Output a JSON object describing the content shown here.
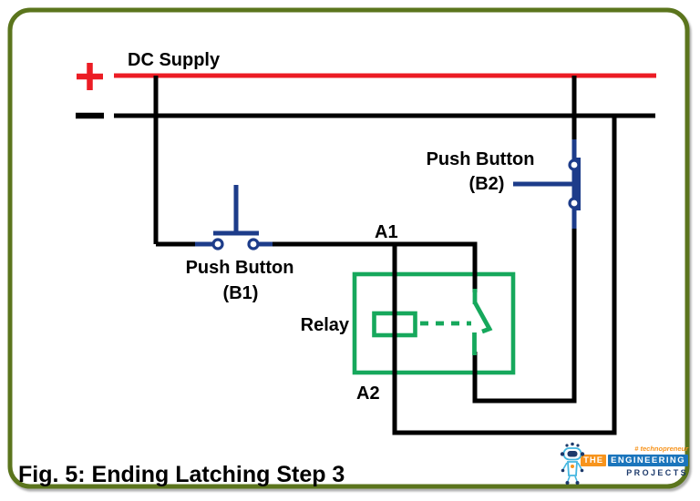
{
  "colors": {
    "frame": "#5b751d",
    "wire": "#000000",
    "positive": "#ec1c24",
    "button": "#1d3c8a",
    "relay": "#16a85c",
    "logo_orange": "#f7941d",
    "logo_blue": "#1b75bc",
    "logo_navy": "#1d3a6b",
    "robot_blue": "#43b6e0"
  },
  "diagram": {
    "supply_label": "DC Supply",
    "button_b1": {
      "line1": "Push Button",
      "line2": "(B1)"
    },
    "button_b2": {
      "line1": "Push Button",
      "line2": "(B2)"
    },
    "terminal_a1": "A1",
    "terminal_a2": "A2",
    "relay_label": "Relay"
  },
  "caption": "Fig. 5: Ending Latching Step 3",
  "logo": {
    "tagline": "# technopreneur",
    "word_the": "THE",
    "word_engineering": "ENGINEERING",
    "word_projects": "PROJECTS"
  }
}
